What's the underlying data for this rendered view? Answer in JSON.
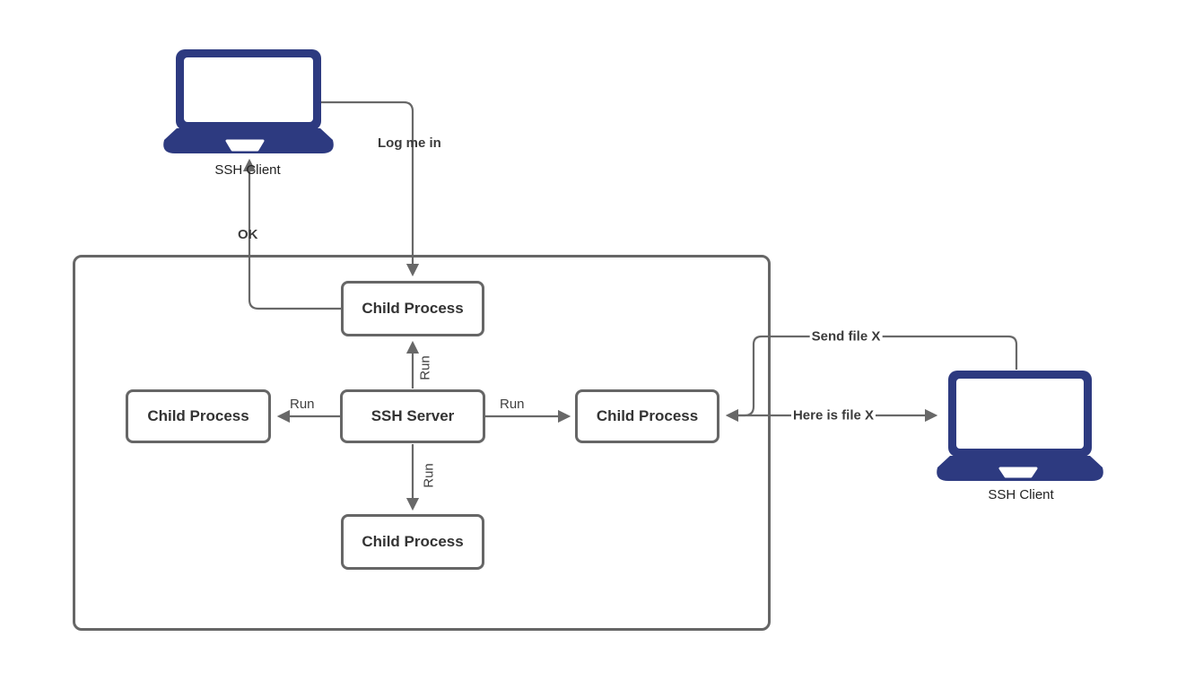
{
  "diagram": {
    "colors": {
      "connector": "#686868",
      "box_border": "#666666",
      "box_text": "#333333",
      "laptop": "#2d3a80",
      "background": "#ffffff"
    },
    "nodes": {
      "client_left": {
        "label": "SSH Client"
      },
      "client_right": {
        "label": "SSH Client"
      },
      "server": {
        "label": "SSH Server"
      },
      "child_top": {
        "label": "Child Process"
      },
      "child_left": {
        "label": "Child Process"
      },
      "child_right": {
        "label": "Child Process"
      },
      "child_bottom": {
        "label": "Child Process"
      }
    },
    "edges": {
      "log_me_in": {
        "label": "Log me in"
      },
      "ok": {
        "label": "OK"
      },
      "run_up": {
        "label": "Run"
      },
      "run_down": {
        "label": "Run"
      },
      "run_left": {
        "label": "Run"
      },
      "run_right": {
        "label": "Run"
      },
      "send_file": {
        "label": "Send file X"
      },
      "here_is_file": {
        "label": "Here is file X"
      }
    }
  }
}
